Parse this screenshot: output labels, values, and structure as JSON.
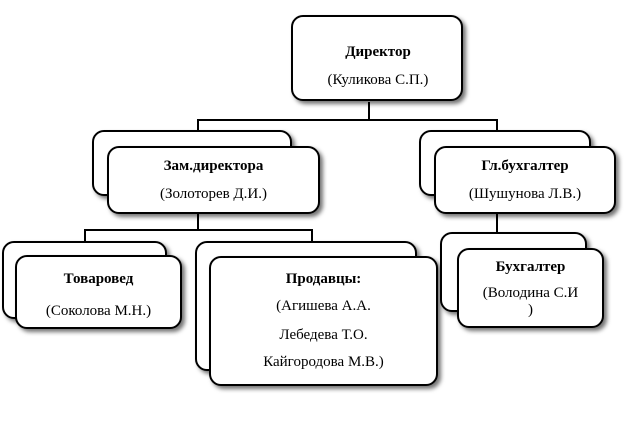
{
  "chart": {
    "director": {
      "title": "Директор",
      "name": "(Куликова С.П.)"
    },
    "deputy": {
      "title": "Зам.директора",
      "name": "(Золоторев Д.И.)"
    },
    "chief_accountant": {
      "title": "Гл.бухгалтер",
      "name": "(Шушунова Л.В.)"
    },
    "merchandiser": {
      "title": "Товаровед",
      "name": "(Соколова М.Н.)"
    },
    "sellers": {
      "title": "Продавцы:",
      "line1": "(Агишева А.А.",
      "line2": "Лебедева Т.О.",
      "line3": "Кайгородова М.В.)"
    },
    "accountant": {
      "title": "Бухгалтер",
      "name_line1": "(Володина С.И",
      "name_line2": ")"
    }
  }
}
